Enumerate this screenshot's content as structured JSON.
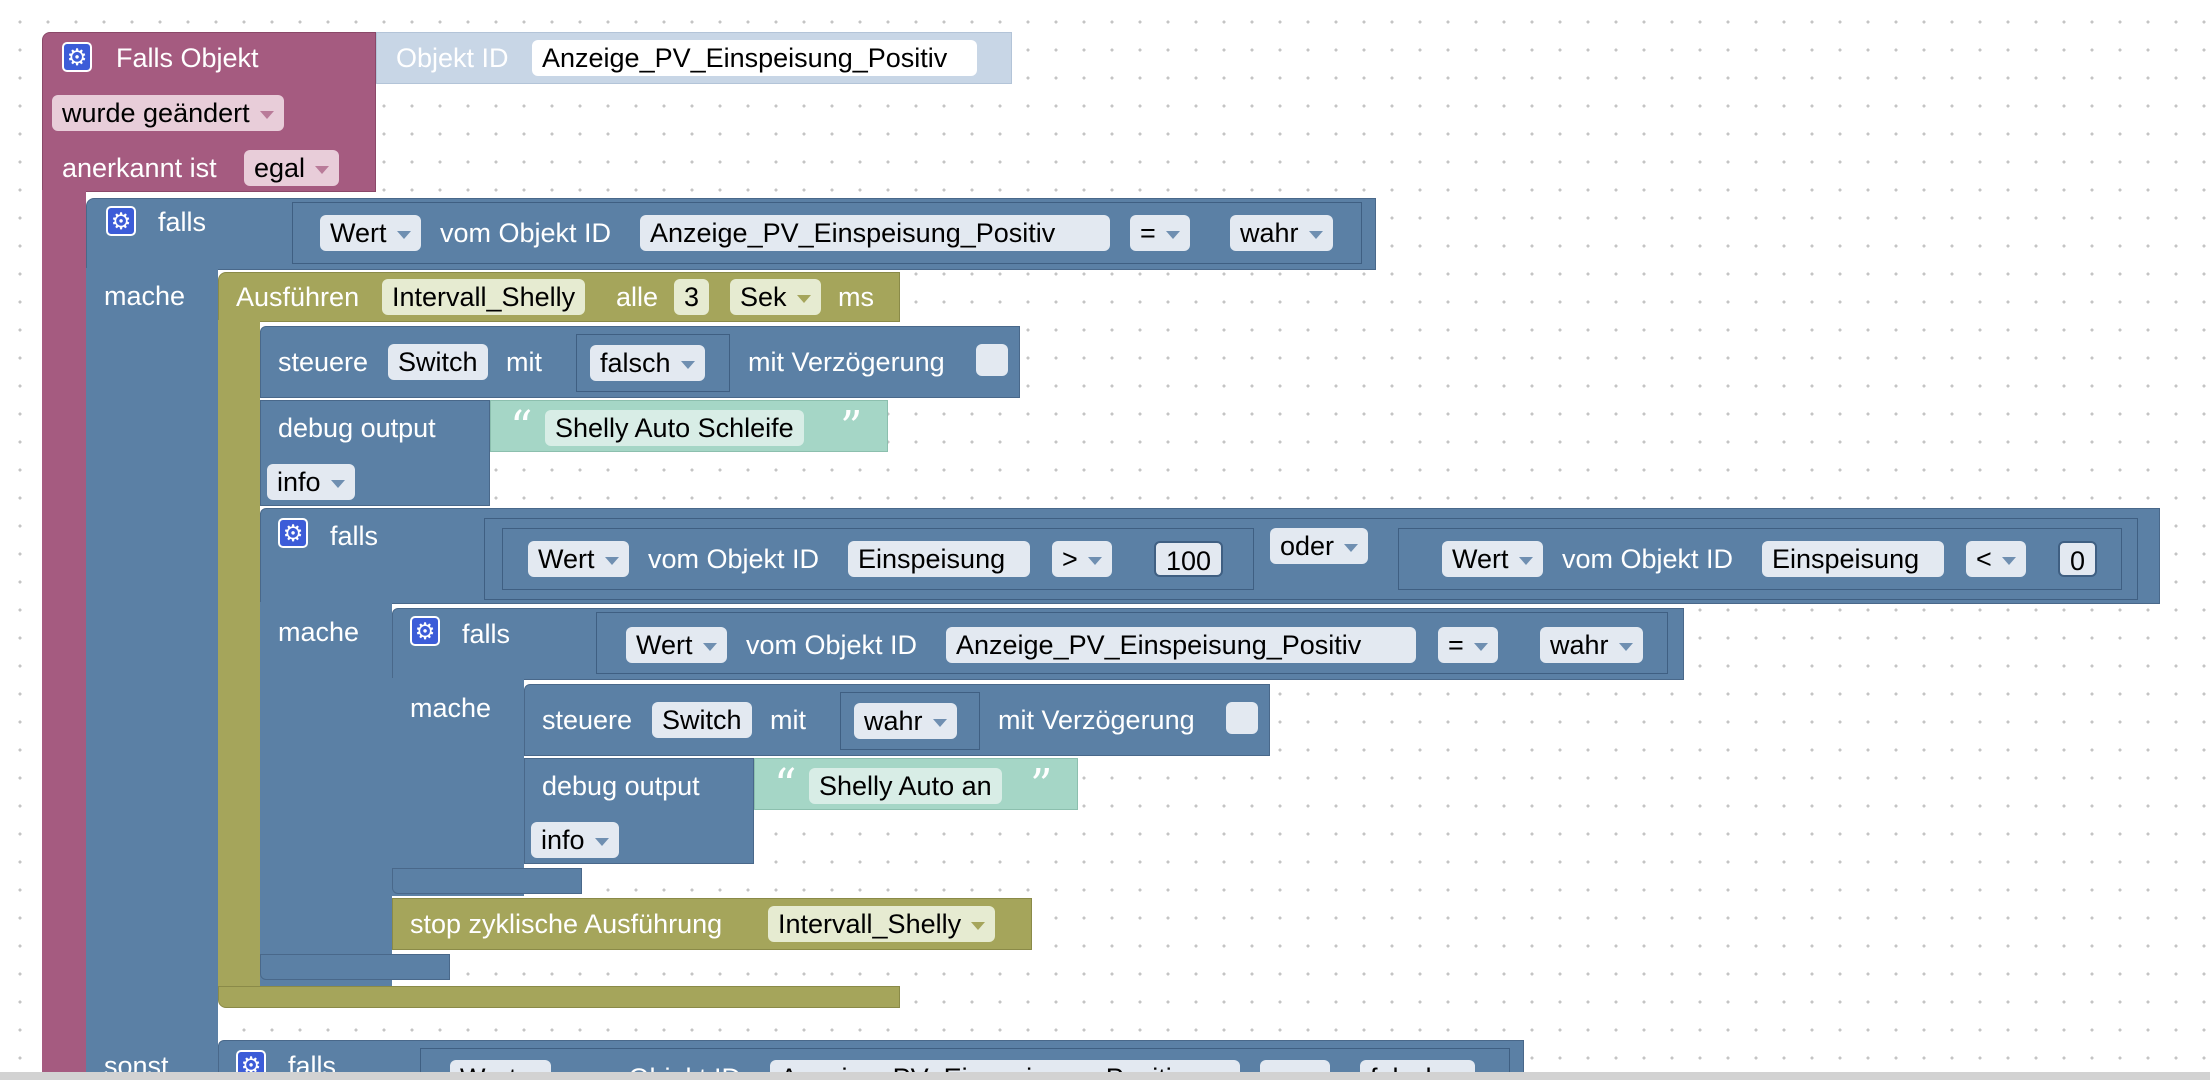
{
  "trigger": {
    "title": "Falls Objekt",
    "object_id_label": "Objekt ID",
    "object_id_value": "Anzeige_PV_Einspeisung_Positiv",
    "change_value": "wurde geändert",
    "ack_label": "anerkannt ist",
    "ack_value": "egal"
  },
  "if1": {
    "falls": "falls",
    "mache": "mache",
    "sonst": "sonst",
    "wert": "Wert",
    "vom_objekt": "vom Objekt ID",
    "object_value": "Anzeige_PV_Einspeisung_Positiv",
    "op": "=",
    "compare": "wahr"
  },
  "interval": {
    "label": "Ausführen",
    "name": "Intervall_Shelly",
    "alle": "alle",
    "value": "3",
    "unit": "Sek",
    "ms": "ms"
  },
  "control1": {
    "steuere": "steuere",
    "target": "Switch",
    "mit": "mit",
    "value": "falsch",
    "delay": "mit Verzögerung"
  },
  "debug1": {
    "label": "debug output",
    "text": "Shelly Auto Schleife",
    "level": "info"
  },
  "if2": {
    "falls": "falls",
    "mache": "mache",
    "left": {
      "wert": "Wert",
      "vom_objekt": "vom Objekt ID",
      "object": "Einspeisung",
      "op": ">",
      "num": "100"
    },
    "logic": "oder",
    "right": {
      "wert": "Wert",
      "vom_objekt": "vom Objekt ID",
      "object": "Einspeisung",
      "op": "<",
      "num": "0"
    }
  },
  "if3": {
    "falls": "falls",
    "mache": "mache",
    "wert": "Wert",
    "vom_objekt": "vom Objekt ID",
    "object": "Anzeige_PV_Einspeisung_Positiv",
    "op": "=",
    "compare": "wahr"
  },
  "control2": {
    "steuere": "steuere",
    "target": "Switch",
    "mit": "mit",
    "value": "wahr",
    "delay": "mit Verzögerung"
  },
  "debug2": {
    "label": "debug output",
    "text": "Shelly Auto an",
    "level": "info"
  },
  "stop": {
    "label": "stop zyklische Ausführung",
    "name": "Intervall_Shelly"
  },
  "else_if": {
    "falls": "falls",
    "wert": "Wert",
    "vom_objekt": "vom Objekt ID",
    "object": "Anzeige_PV_Einspeisung_Positiv",
    "compare": "falsch"
  },
  "colors": {
    "trigger": "#a55b80",
    "logic": "#5b80a5",
    "timer": "#a5a55b",
    "text": "#a5d6c6"
  }
}
